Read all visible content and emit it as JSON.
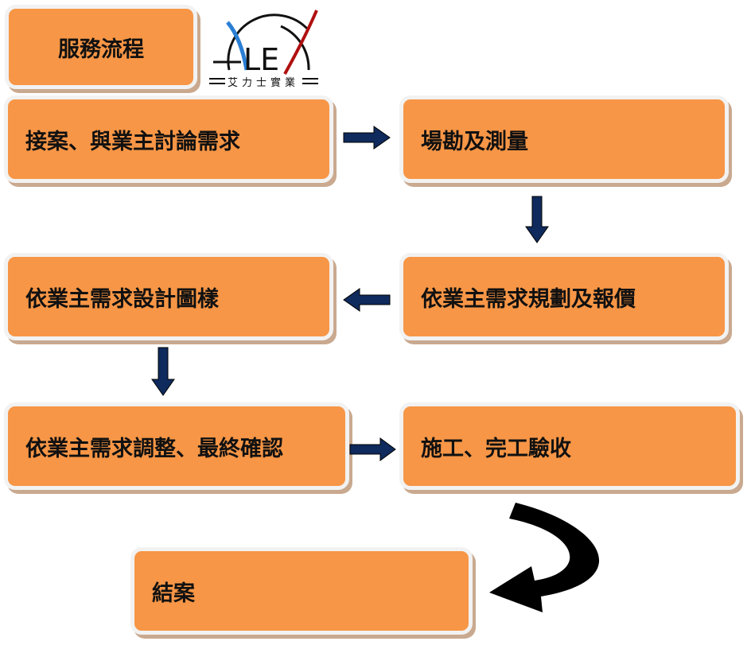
{
  "title": "服務流程",
  "logo": {
    "text": "ALEX",
    "subtitle": "艾力士實業"
  },
  "steps": [
    "接案、與業主討論需求",
    "場勘及測量",
    "依業主需求規劃及報價",
    "依業主需求設計圖樣",
    "依業主需求調整、最終確認",
    "施工、完工驗收",
    "結案"
  ],
  "colors": {
    "box": "#f79646",
    "arrow": "#0f2a5c",
    "curved_arrow": "#000000"
  }
}
